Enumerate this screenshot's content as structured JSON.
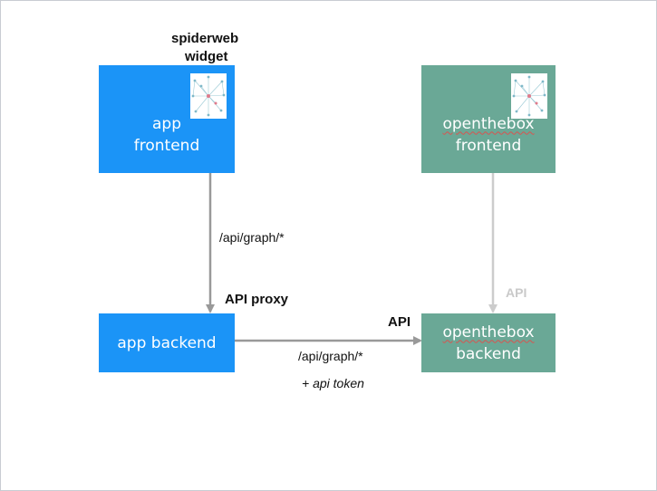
{
  "labels": {
    "spiderweb_line1": "spiderweb",
    "spiderweb_line2": "widget",
    "api_graph_vertical": "/api/graph/*",
    "api_proxy": "API proxy",
    "api_right": "API",
    "api_grey": "API",
    "api_graph_horizontal": "/api/graph/*",
    "api_token": "+ api token"
  },
  "boxes": {
    "app_frontend": {
      "line1": "app",
      "line2": "frontend"
    },
    "otb_frontend": {
      "line1": "openthebox",
      "line2": "frontend"
    },
    "app_backend": {
      "line1": "app backend"
    },
    "otb_backend": {
      "line1": "openthebox",
      "line2": "backend"
    }
  },
  "colors": {
    "app_box": "#1b94f7",
    "openthebox_box": "#6aa896",
    "arrow_dark": "#999999",
    "arrow_light": "#cccccc"
  },
  "icons": {
    "widget_thumbnail": "spiderweb-graph-icon"
  }
}
